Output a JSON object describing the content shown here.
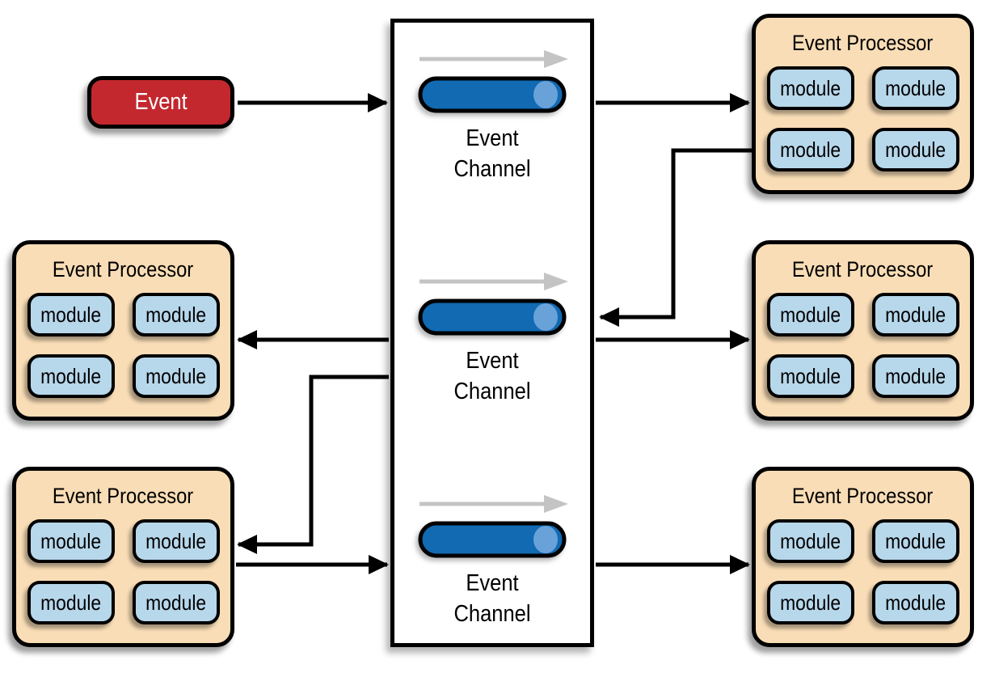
{
  "colors": {
    "event_fill": "#c2282e",
    "processor_fill": "#f9ddb6",
    "module_fill": "#b7d7eb",
    "channel_pipe_fill": "#116ab2",
    "channel_pipe_highlight": "#68a2d8",
    "flow_arrow_gray": "#c4c4c4",
    "connector_black": "#000000"
  },
  "event": {
    "label": "Event"
  },
  "channel_box": {
    "channels": [
      {
        "line1": "Event",
        "line2": "Channel"
      },
      {
        "line1": "Event",
        "line2": "Channel"
      },
      {
        "line1": "Event",
        "line2": "Channel"
      }
    ]
  },
  "processors": {
    "top_right": {
      "title": "Event Processor",
      "modules": [
        "module",
        "module",
        "module",
        "module"
      ]
    },
    "mid_left": {
      "title": "Event Processor",
      "modules": [
        "module",
        "module",
        "module",
        "module"
      ]
    },
    "mid_right": {
      "title": "Event Processor",
      "modules": [
        "module",
        "module",
        "module",
        "module"
      ]
    },
    "bottom_left": {
      "title": "Event Processor",
      "modules": [
        "module",
        "module",
        "module",
        "module"
      ]
    },
    "bottom_right": {
      "title": "Event Processor",
      "modules": [
        "module",
        "module",
        "module",
        "module"
      ]
    }
  }
}
